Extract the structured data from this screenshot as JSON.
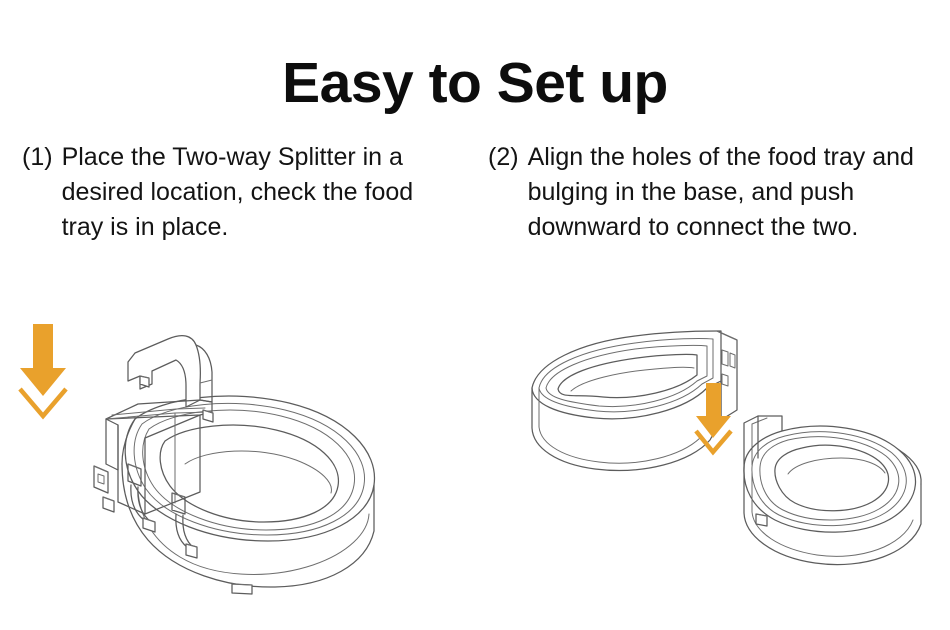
{
  "page": {
    "background_color": "#ffffff",
    "title": "Easy to Set up"
  },
  "colors": {
    "title_text": "#0d0d0d",
    "body_text": "#141414",
    "arrow_orange": "#e9a12c",
    "line_art_stroke": "#5c5c5c",
    "background": "#ffffff"
  },
  "steps": [
    {
      "marker": "(1)",
      "text": "Place the Two-way Splitter in a desired location, check the food tray is in place.",
      "illustration": {
        "name": "splitter-into-food-tray",
        "arrow": {
          "direction": "down",
          "color": "#e9a12c",
          "label": "insert-downward"
        },
        "parts": [
          "two-way-splitter",
          "food-tray-bowl"
        ]
      }
    },
    {
      "marker": "(2)",
      "text": "Align the holes of the food tray and bulging in the base, and push downward to connect the two.",
      "illustration": {
        "name": "food-tray-onto-base",
        "arrow": {
          "direction": "down",
          "color": "#e9a12c",
          "label": "push-downward"
        },
        "parts": [
          "food-tray-upper",
          "base-lower"
        ]
      }
    }
  ]
}
